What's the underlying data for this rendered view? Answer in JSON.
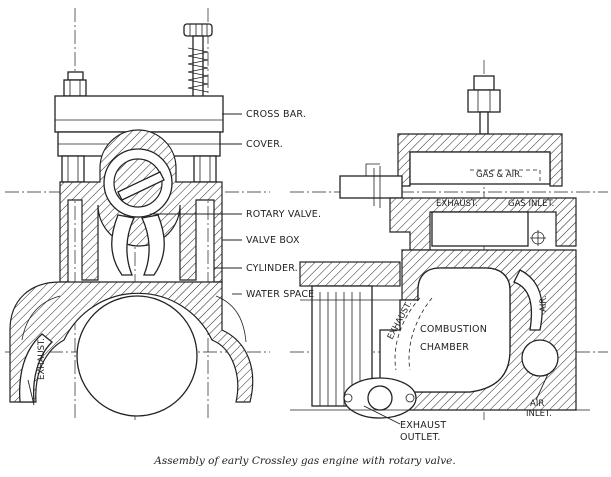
{
  "labels": {
    "cross_bar": "CROSS BAR.",
    "cover": "COVER.",
    "rotary_valve": "ROTARY VALVE.",
    "valve_box": "VALVE BOX",
    "cylinder": "CYLINDER.",
    "water_space": "WATER SPACE",
    "exhaust_left": "EXHAUST.",
    "gas_air": "GAS & AIR.",
    "exhaust_top": "EXHAUST.",
    "gas_inlet": "GAS INLET.",
    "exhaust_mid": "EXHAUST.",
    "combustion": "COMBUSTION",
    "chamber": "CHAMBER",
    "air": "AIR.",
    "air_inlet_1": "AIR",
    "air_inlet_2": "INLET.",
    "exhaust_outlet_1": "EXHAUST",
    "exhaust_outlet_2": "OUTLET."
  },
  "caption": "Assembly of early Crossley gas engine with rotary valve."
}
